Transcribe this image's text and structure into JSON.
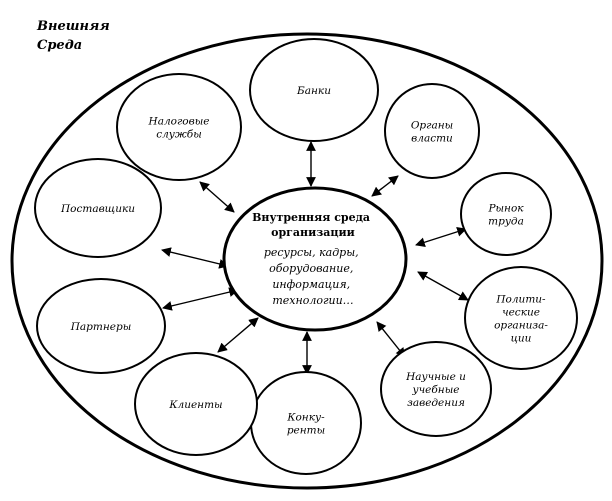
{
  "corner_title": [
    "Внешняя",
    "Среда"
  ],
  "center": {
    "title": [
      "Внутренняя среда",
      "организации"
    ],
    "lines": [
      "ресурсы, кадры,",
      "оборудование,",
      "информация,",
      "технологии…"
    ]
  },
  "nodes": [
    {
      "name": "banks",
      "label": [
        "Банки"
      ]
    },
    {
      "name": "authorities",
      "label": [
        "Органы",
        "власти"
      ]
    },
    {
      "name": "labor-market",
      "label": [
        "Рынок",
        "труда"
      ]
    },
    {
      "name": "political-organizations",
      "label": [
        "Полити-",
        "ческие",
        "организа-",
        "ции"
      ]
    },
    {
      "name": "scientific-institutions",
      "label": [
        "Научные и",
        "учебные",
        "заведения"
      ]
    },
    {
      "name": "competitors",
      "label": [
        "Конку-",
        "ренты"
      ]
    },
    {
      "name": "clients",
      "label": [
        "Клиенты"
      ]
    },
    {
      "name": "partners",
      "label": [
        "Партнеры"
      ]
    },
    {
      "name": "suppliers",
      "label": [
        "Поставщики"
      ]
    },
    {
      "name": "tax-services",
      "label": [
        "Налоговые",
        "службы"
      ]
    }
  ]
}
